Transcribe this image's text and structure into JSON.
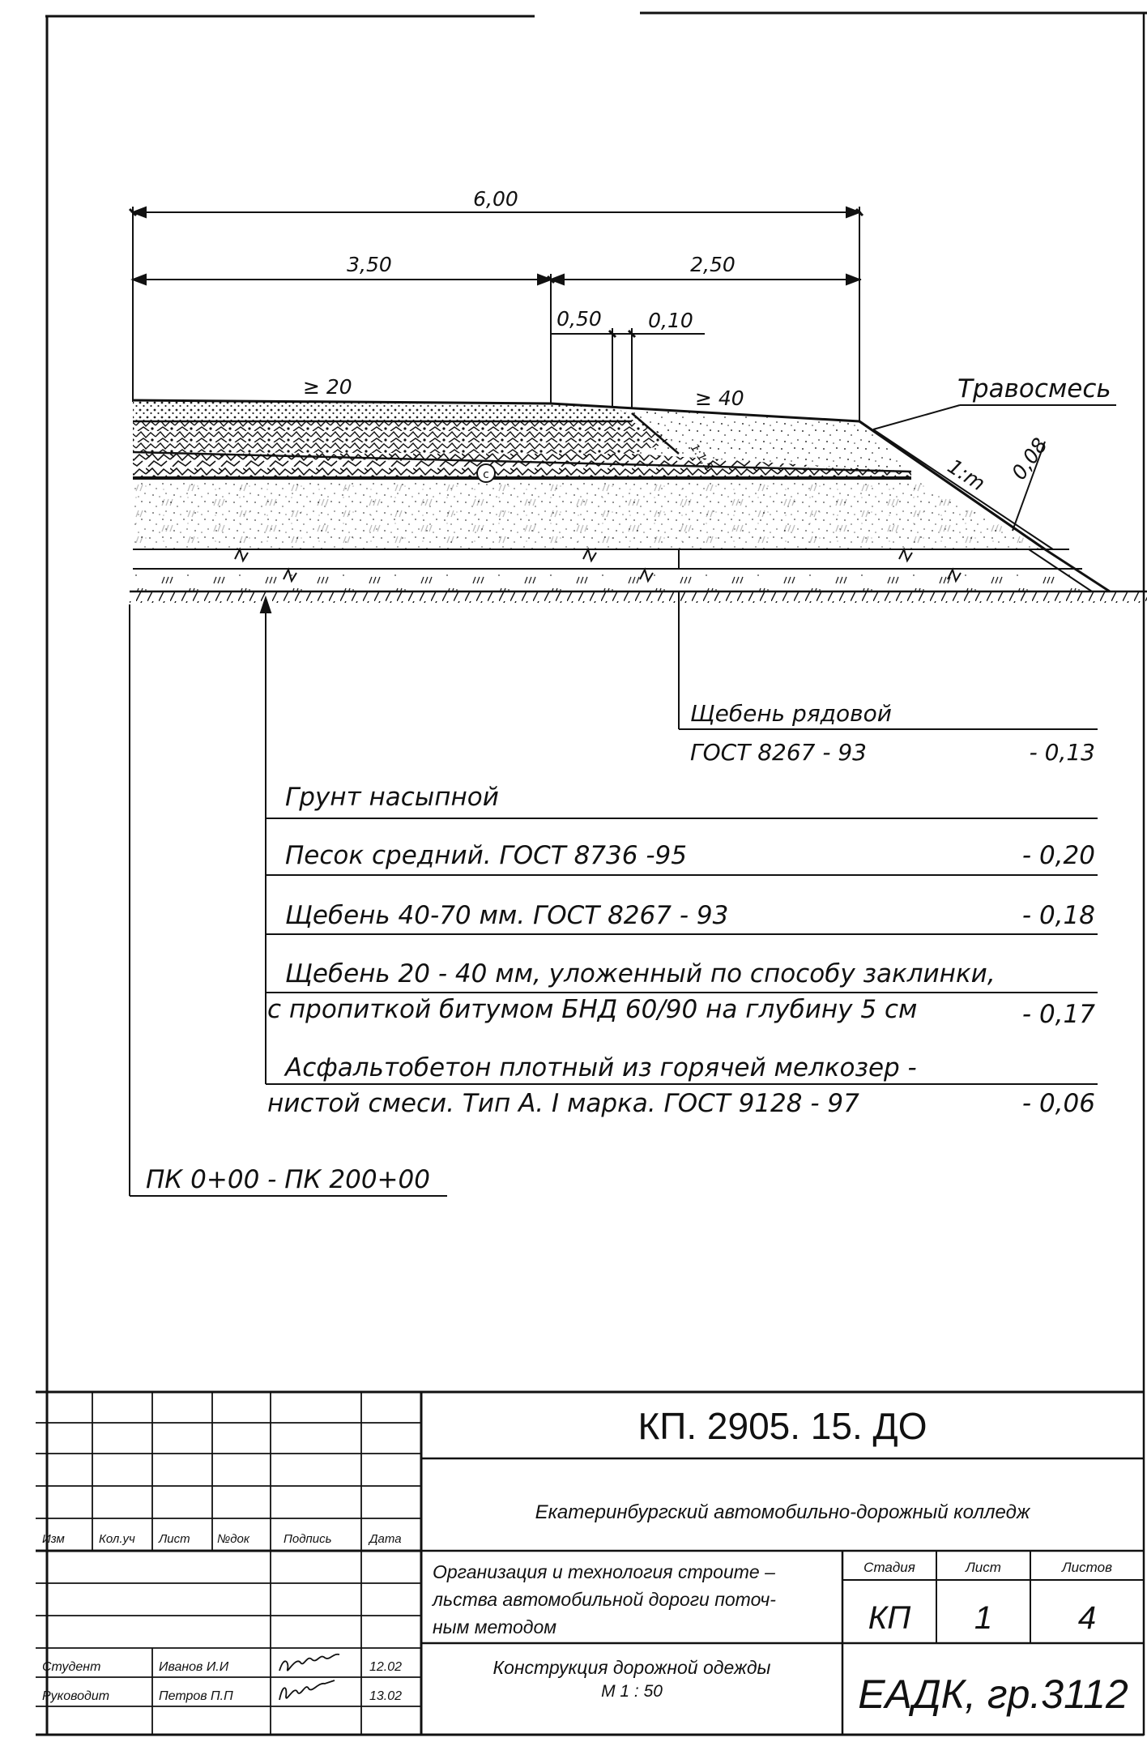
{
  "dimensions": {
    "total": "6,00",
    "left": "3,50",
    "right": "2,50",
    "sub1": "0,50",
    "sub2": "0,10",
    "slope_left": "≥ 20",
    "slope_right": "≥ 40",
    "slope_ratio": "1:m",
    "grass_thickness": "0,08",
    "small_slope": "1:1,5"
  },
  "grass_label": "Травосмесь",
  "layers": [
    {
      "text": "Щебень рядовой",
      "text2": "ГОСТ 8267 - 93",
      "value": "- 0,13"
    },
    {
      "text": "Грунт насыпной",
      "value": ""
    },
    {
      "text": "Песок средний. ГОСТ 8736 -95",
      "value": "- 0,20"
    },
    {
      "text": "Щебень 40-70 мм.   ГОСТ 8267 - 93",
      "value": "- 0,18"
    },
    {
      "text": "Щебень 20 - 40 мм, уложенный по способу заклинки,",
      "text2": "с пропиткой битумом БНД 60/90 на глубину 5 см",
      "value": "- 0,17"
    },
    {
      "text": "Асфальтобетон плотный из горячей мелкозер -",
      "text2": "нистой смеси. Тип А. I марка. ГОСТ 9128 - 97",
      "value": "- 0,06"
    }
  ],
  "station": "ПК 0+00 - ПК 200+00",
  "title_block": {
    "doc_code": "КП. 2905. 15. ДО",
    "organization": "Екатеринбургский автомобильно-дорожный колледж",
    "project_line1": "Организация и технология строите –",
    "project_line2": "льства автомобильной дороги поточ-",
    "project_line3": "ным методом",
    "drawing_line1": "Конструкция дорожной одежды",
    "drawing_line2": "М 1 : 50",
    "stage_label": "Стадия",
    "sheet_label": "Лист",
    "sheets_label": "Листов",
    "stage": "КП",
    "sheet": "1",
    "sheets": "4",
    "group": "ЕАДК, гр.3112",
    "columns": [
      "Изм",
      "Кол.уч",
      "Лист",
      "№док",
      "Подпись",
      "Дата"
    ],
    "rows": [
      {
        "role": "Студент",
        "name": "Иванов И.И",
        "date": "12.02"
      },
      {
        "role": "Руководит",
        "name": "Петров П.П",
        "date": "13.02"
      }
    ]
  }
}
